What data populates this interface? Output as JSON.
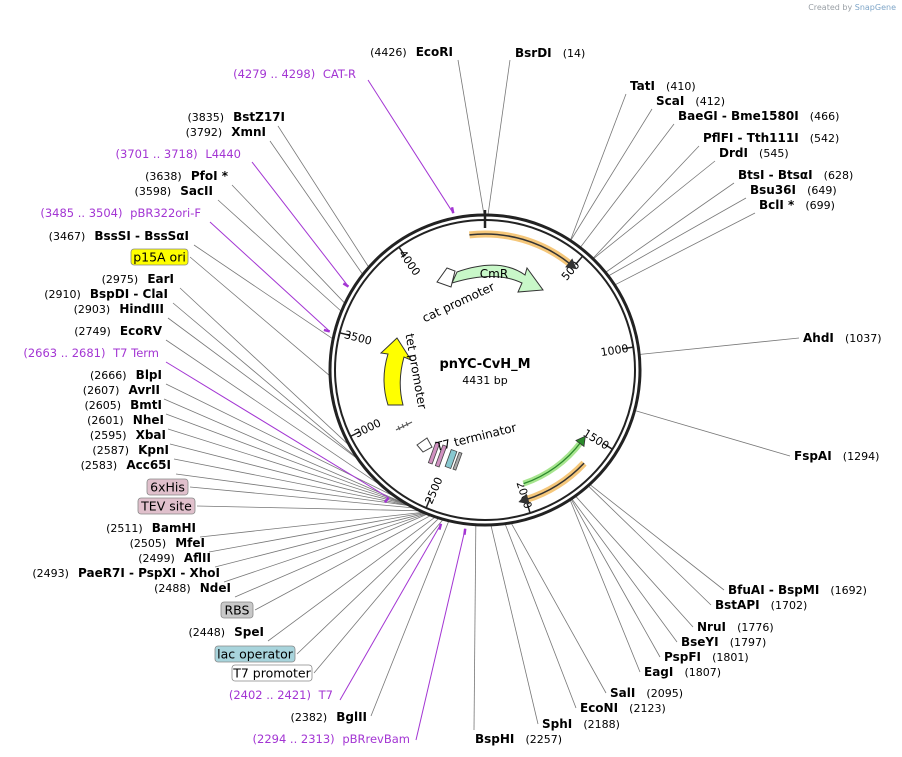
{
  "credit": {
    "prefix": "Created by",
    "brand": "SnapGene"
  },
  "plasmid": {
    "name": "pnYC-CvH_M",
    "length_label": "4431 bp",
    "length": 4431
  },
  "ticks": [
    "500",
    "1000",
    "1500",
    "2000",
    "2500",
    "3000",
    "3500",
    "4000"
  ],
  "features": [
    {
      "id": "cmr",
      "label": "CmR"
    },
    {
      "id": "cat-promoter",
      "label": "cat promoter"
    },
    {
      "id": "tet-promoter",
      "label": "tet promoter"
    },
    {
      "id": "t7-terminator",
      "label": "T7 terminator"
    }
  ],
  "site_labels_left": [
    {
      "pos": "(4426)",
      "name": "EcoRI"
    },
    {
      "pos": "(3835)",
      "name": "BstZ17I"
    },
    {
      "pos": "(3792)",
      "name": "XmnI"
    },
    {
      "pos": "(3638)",
      "name": "PfoI *"
    },
    {
      "pos": "(3598)",
      "name": "SacII"
    },
    {
      "pos": "(3467)",
      "name": "BssSI  -  BssSαI"
    },
    {
      "pos": "(2975)",
      "name": "EarI"
    },
    {
      "pos": "(2910)",
      "name": "BspDI  -  ClaI"
    },
    {
      "pos": "(2903)",
      "name": "HindIII"
    },
    {
      "pos": "(2749)",
      "name": "EcoRV"
    },
    {
      "pos": "(2666)",
      "name": "BlpI"
    },
    {
      "pos": "(2607)",
      "name": "AvrII"
    },
    {
      "pos": "(2605)",
      "name": "BmtI"
    },
    {
      "pos": "(2601)",
      "name": "NheI"
    },
    {
      "pos": "(2595)",
      "name": "XbaI"
    },
    {
      "pos": "(2587)",
      "name": "KpnI"
    },
    {
      "pos": "(2583)",
      "name": "Acc65I"
    },
    {
      "pos": "(2511)",
      "name": "BamHI"
    },
    {
      "pos": "(2505)",
      "name": "MfeI"
    },
    {
      "pos": "(2499)",
      "name": "AflII"
    },
    {
      "pos": "(2493)",
      "name": "PaeR7I  -  PspXI  -  XhoI"
    },
    {
      "pos": "(2488)",
      "name": "NdeI"
    },
    {
      "pos": "(2448)",
      "name": "SpeI"
    },
    {
      "pos": "(2382)",
      "name": "BglII"
    }
  ],
  "site_labels_right": [
    {
      "name": "BsrDI",
      "pos": "(14)"
    },
    {
      "name": "TatI",
      "pos": "(410)"
    },
    {
      "name": "ScaI",
      "pos": "(412)"
    },
    {
      "name": "BaeGI  -  Bme1580I",
      "pos": "(466)"
    },
    {
      "name": "PflFI  -  Tth111I",
      "pos": "(542)"
    },
    {
      "name": "DrdI",
      "pos": "(545)"
    },
    {
      "name": "BtsI  -  BtsαI",
      "pos": "(628)"
    },
    {
      "name": "Bsu36I",
      "pos": "(649)"
    },
    {
      "name": "BclI *",
      "pos": "(699)"
    },
    {
      "name": "AhdI",
      "pos": "(1037)"
    },
    {
      "name": "FspAI",
      "pos": "(1294)"
    },
    {
      "name": "BfuAI  -  BspMI",
      "pos": "(1692)"
    },
    {
      "name": "BstAPI",
      "pos": "(1702)"
    },
    {
      "name": "NruI",
      "pos": "(1776)"
    },
    {
      "name": "BseYI",
      "pos": "(1797)"
    },
    {
      "name": "PspFI",
      "pos": "(1801)"
    },
    {
      "name": "EagI",
      "pos": "(1807)"
    },
    {
      "name": "SalI",
      "pos": "(2095)"
    },
    {
      "name": "EcoNI",
      "pos": "(2123)"
    },
    {
      "name": "SphI",
      "pos": "(2188)"
    },
    {
      "name": "BspHI",
      "pos": "(2257)"
    }
  ],
  "primers": [
    {
      "range": "(4279 .. 4298)",
      "name": "CAT-R"
    },
    {
      "range": "(3701 .. 3718)",
      "name": "L4440"
    },
    {
      "range": "(3485 .. 3504)",
      "name": "pBR322ori-F"
    },
    {
      "range": "(2663 .. 2681)",
      "name": "T7 Term"
    },
    {
      "range": "(2402 .. 2421)",
      "name": "T7"
    },
    {
      "range": "(2294 .. 2313)",
      "name": "pBRrevBam"
    }
  ],
  "boxed_labels": [
    {
      "id": "p15a",
      "text": "p15A ori",
      "color": "#ffff00"
    },
    {
      "id": "his",
      "text": "6xHis",
      "color": "#e0c0cc"
    },
    {
      "id": "tev",
      "text": "TEV site",
      "color": "#e0c0cc"
    },
    {
      "id": "rbs",
      "text": "RBS",
      "color": "#c8c8c8"
    },
    {
      "id": "lacop",
      "text": "lac operator",
      "color": "#a8d4dc"
    },
    {
      "id": "t7prom",
      "text": "T7 promoter",
      "color": "#ffffff"
    }
  ],
  "colors": {
    "backbone": "#222222",
    "cmr": "#c8f7c8",
    "p15a": "#ffff00",
    "primer": "#a335d3",
    "orange_arc": "#f0a000",
    "green_arc": "#55cc33"
  }
}
